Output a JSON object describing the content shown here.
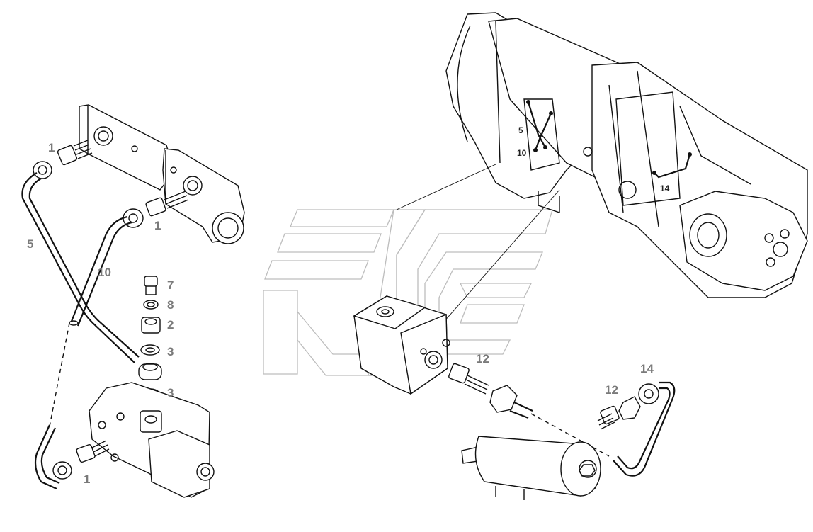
{
  "callouts": {
    "left_1_top": "1",
    "left_5": "5",
    "left_1_mid": "1",
    "left_10": "10",
    "left_7": "7",
    "left_8": "8",
    "left_2": "2",
    "left_3_upper": "3",
    "left_3_lower": "3",
    "left_1_bottom": "1",
    "right_12_valve": "12",
    "right_14": "14",
    "right_12_filter": "12",
    "inset_5": "5",
    "inset_10": "10",
    "inset_14": "14"
  }
}
